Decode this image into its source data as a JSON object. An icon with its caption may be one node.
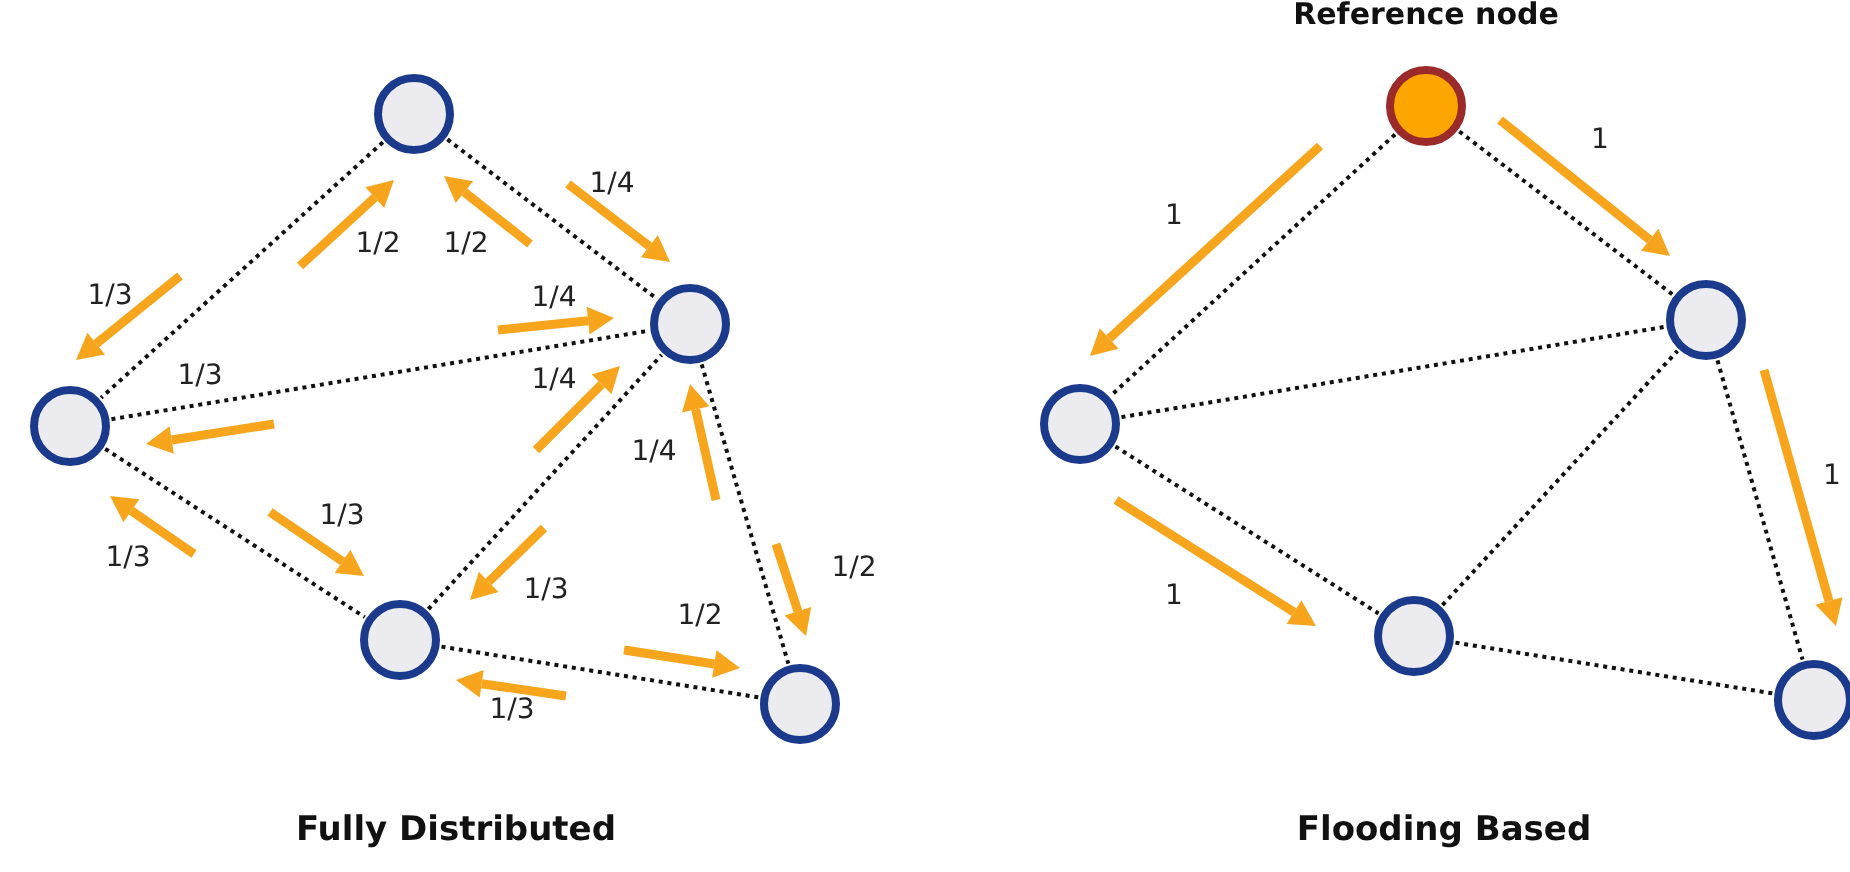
{
  "diagram": {
    "nodes": [
      {
        "text": [],
        "shape": "circle"
      },
      {
        "text": [],
        "shape": "circle"
      },
      {
        "text": [],
        "shape": "circle"
      },
      {
        "text": [],
        "shape": "circle"
      },
      {
        "text": [],
        "shape": "circle"
      },
      {
        "text": [
          "Reference node"
        ]
      },
      {
        "text": [],
        "shape": "circle"
      },
      {
        "text": [],
        "shape": "circle"
      },
      {
        "text": [],
        "shape": "circle"
      },
      {
        "text": [],
        "shape": "circle"
      }
    ],
    "edges": [
      {
        "from": 0,
        "to": 2,
        "arrow": "none"
      },
      {
        "from": 0,
        "to": 1,
        "arrow": "none"
      },
      {
        "from": 2,
        "to": 1,
        "arrow": "none"
      },
      {
        "from": 2,
        "to": 3,
        "arrow": "none"
      },
      {
        "from": 3,
        "to": 1,
        "arrow": "none"
      },
      {
        "from": 1,
        "to": 4,
        "arrow": "none"
      },
      {
        "from": 3,
        "to": 4,
        "arrow": "none"
      },
      {
        "from": 5,
        "to": 7,
        "arrow": "none"
      },
      {
        "from": 5,
        "to": 6,
        "arrow": "none"
      },
      {
        "from": 7,
        "to": 6,
        "arrow": "none"
      },
      {
        "from": 7,
        "to": 8,
        "arrow": "none"
      },
      {
        "from": 8,
        "to": 6,
        "arrow": "none"
      },
      {
        "from": 6,
        "to": 9,
        "arrow": "none"
      },
      {
        "from": 8,
        "to": 9,
        "arrow": "none"
      }
    ],
    "labels": [
      "1/4",
      "1/2",
      "1/2",
      "1/3",
      "1/4",
      "1/3",
      "1/4",
      "1/4",
      "1/3",
      "1/3",
      "1/2",
      "1/3",
      "1/2",
      "1/3",
      "1",
      "1",
      "1",
      "1",
      "Fully Distributed",
      "Flooding Based"
    ]
  }
}
